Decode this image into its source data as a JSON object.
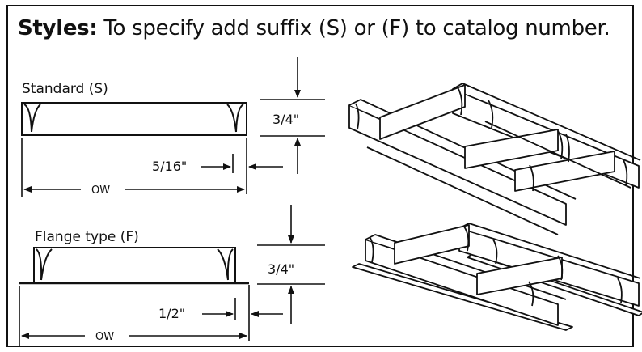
{
  "header": {
    "title_bold": "Styles:",
    "title_rest": "To specify add suffix (S) or (F) to catalog number."
  },
  "standard": {
    "label": "Standard (S)",
    "height_dim": "3/4\"",
    "inset_dim": "5/16\"",
    "width_dim": "OW"
  },
  "flange": {
    "label": "Flange type (F)",
    "height_dim": "3/4\"",
    "inset_dim": "1/2\"",
    "width_dim": "OW"
  }
}
